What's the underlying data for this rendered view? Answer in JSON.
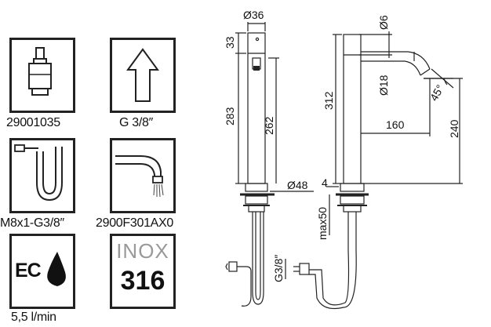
{
  "icons": [
    {
      "name": "cartridge",
      "icon": "cartridge-icon",
      "caption": "29001035"
    },
    {
      "name": "thread",
      "icon": "up-arrow-icon",
      "caption": "G 3/8″"
    },
    {
      "name": "hose",
      "icon": "flexible-hose-icon",
      "caption": "M8x1-G3/8″"
    },
    {
      "name": "aerator",
      "icon": "spout-aerator-icon",
      "caption": "2900F301AX0"
    },
    {
      "name": "eco",
      "icon": "eco-water-drop-icon",
      "caption": "5,5 l/min",
      "logo_text": "EC"
    },
    {
      "name": "material",
      "icon": "inox-badge-icon",
      "logo_text_top": "INOX",
      "logo_text_bottom": "316"
    }
  ],
  "dimensions": {
    "top_diameter": "Ø36",
    "cap_height": "33",
    "body_height": "283",
    "inner_height": "262",
    "base_diameter": "Ø48",
    "outlet_diameter": "Ø6",
    "total_height": "312",
    "spout_diameter": "Ø18",
    "spout_angle": "45°",
    "spout_reach": "160",
    "spout_height": "240",
    "base_step": "4",
    "max_thickness": "max50",
    "inlet_thread": "G3/8″"
  }
}
